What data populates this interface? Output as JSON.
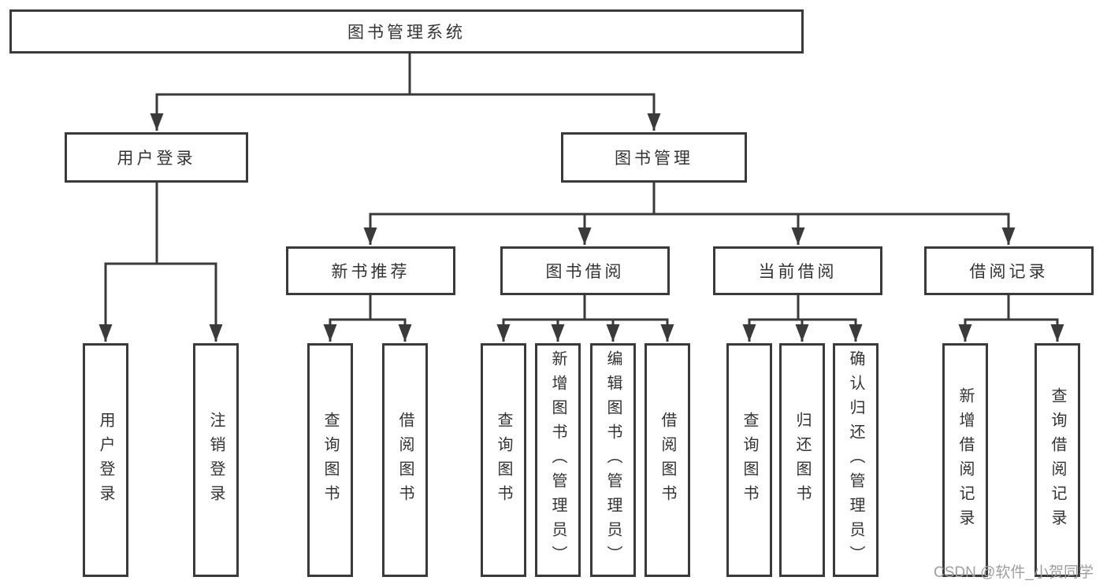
{
  "diagram_title": "图书管理系统",
  "watermark": "CSDN @软件_小贺同学",
  "colors": {
    "line": "#3a3a3a",
    "text": "#333333",
    "box_background": "#ffffff",
    "watermark": "#9e9e9e"
  },
  "nodes": {
    "root": {
      "label": "图书管理系统"
    },
    "userLogin": {
      "label": "用户登录"
    },
    "bookManagement": {
      "label": "图书管理"
    },
    "newBookRecommend": {
      "label": "新书推荐"
    },
    "bookBorrow": {
      "label": "图书借阅"
    },
    "currentBorrow": {
      "label": "当前借阅"
    },
    "borrowRecords": {
      "label": "借阅记录"
    },
    "leafUserLogin": {
      "label": "用户登录"
    },
    "leafLogout": {
      "label": "注销登录"
    },
    "recQueryBook": {
      "label": "查询图书"
    },
    "recBorrowBook": {
      "label": "借阅图书"
    },
    "borQueryBook": {
      "label": "查询图书"
    },
    "borAddBook": {
      "label": "新增图书（管理员）"
    },
    "borEditBook": {
      "label": "编辑图书（管理员）"
    },
    "borBorrowBook": {
      "label": "借阅图书"
    },
    "curQueryBook": {
      "label": "查询图书"
    },
    "curReturnBook": {
      "label": "归还图书"
    },
    "curConfirmReturn": {
      "label": "确认归还（管理员）"
    },
    "newBorrowRecord": {
      "label": "新增借阅记录"
    },
    "queryBorrowRecord": {
      "label": "查询借阅记录"
    }
  },
  "edges": [
    [
      "root",
      "userLogin"
    ],
    [
      "root",
      "bookManagement"
    ],
    [
      "userLogin",
      "leafUserLogin"
    ],
    [
      "userLogin",
      "leafLogout"
    ],
    [
      "bookManagement",
      "newBookRecommend"
    ],
    [
      "bookManagement",
      "bookBorrow"
    ],
    [
      "bookManagement",
      "currentBorrow"
    ],
    [
      "bookManagement",
      "borrowRecords"
    ],
    [
      "newBookRecommend",
      "recQueryBook"
    ],
    [
      "newBookRecommend",
      "recBorrowBook"
    ],
    [
      "bookBorrow",
      "borQueryBook"
    ],
    [
      "bookBorrow",
      "borAddBook"
    ],
    [
      "bookBorrow",
      "borEditBook"
    ],
    [
      "bookBorrow",
      "borBorrowBook"
    ],
    [
      "currentBorrow",
      "curQueryBook"
    ],
    [
      "currentBorrow",
      "curReturnBook"
    ],
    [
      "currentBorrow",
      "curConfirmReturn"
    ],
    [
      "borrowRecords",
      "newBorrowRecord"
    ],
    [
      "borrowRecords",
      "queryBorrowRecord"
    ]
  ]
}
